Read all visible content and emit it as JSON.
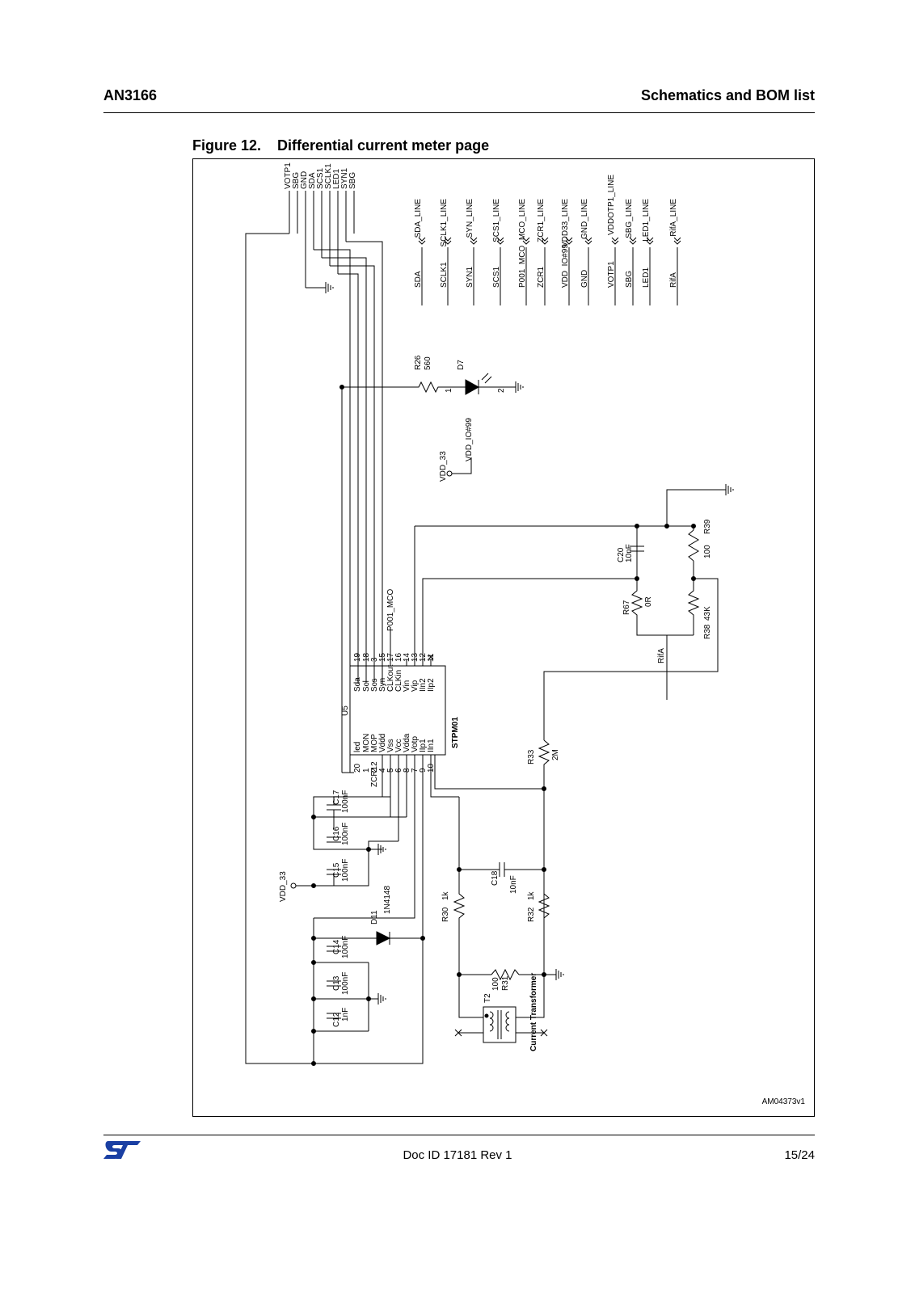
{
  "header": {
    "doc_code": "AN3166",
    "section": "Schematics and BOM list"
  },
  "figure": {
    "title": "Figure 12.    Differential current meter page",
    "id": "AM04373v1"
  },
  "connector": {
    "pins": [
      "VOTP1",
      "SBG",
      "GND",
      "SDA",
      "SCS1",
      "SCLK1",
      "LED1",
      "SYN1",
      "SBG"
    ]
  },
  "net_labels": [
    {
      "net": "SDA",
      "line": "SDA_LINE"
    },
    {
      "net": "SCLK1",
      "line": "SCLK1_LINE"
    },
    {
      "net": "SYN1",
      "line": "SYN_LINE"
    },
    {
      "net": "SCS1",
      "line": "SCS1_LINE"
    },
    {
      "net": "P001_MCO",
      "line": "MCO_LINE"
    },
    {
      "net": "ZCR1",
      "line": "ZCR1_LINE"
    },
    {
      "net": "VDD_IO#99",
      "line": "VDD33_LINE"
    },
    {
      "net": "GND",
      "line": "GND_LINE"
    },
    {
      "net": "VOTP1",
      "line": "VDDOTP1_LINE"
    },
    {
      "net": "SBG",
      "line": "SBG_LINE"
    },
    {
      "net": "LED1",
      "line": "LED1_LINE"
    },
    {
      "net": "RifA",
      "line": "RifA_LINE"
    }
  ],
  "r26": {
    "ref": "R26",
    "value": "560"
  },
  "d7": {
    "ref": "D7",
    "pin1": "1",
    "pin2": "2"
  },
  "vdd_link": {
    "left": "VDD_33",
    "right": "VDD_IO#99"
  },
  "u5": {
    "ref": "U5",
    "part": "STPM01",
    "top_pins": [
      {
        "num": "19",
        "name": "Sda"
      },
      {
        "num": "18",
        "name": "Scl"
      },
      {
        "num": "3",
        "name": "Scs"
      },
      {
        "num": "15",
        "name": "Syn"
      },
      {
        "num": "17",
        "name": "CLKout"
      },
      {
        "num": "16",
        "name": "CLKin"
      },
      {
        "num": "14",
        "name": "Vin"
      },
      {
        "num": "13",
        "name": "Vip"
      },
      {
        "num": "12",
        "name": "IIn2"
      },
      {
        "num": "11",
        "name": "IIp2"
      }
    ],
    "bottom_pins": [
      {
        "num": "20",
        "name": "led"
      },
      {
        "num": "1",
        "name": "MON"
      },
      {
        "num": "2",
        "name": "MOP"
      },
      {
        "num": "4",
        "name": "Vddd"
      },
      {
        "num": "5",
        "name": "Vss"
      },
      {
        "num": "6",
        "name": "Vcc"
      },
      {
        "num": "8",
        "name": "Vdda"
      },
      {
        "num": "7",
        "name": "Votp"
      },
      {
        "num": "9",
        "name": "IIp1"
      },
      {
        "num": "10",
        "name": "IIn1"
      }
    ]
  },
  "nets": {
    "mco": "P001_MCO",
    "zcr": "ZCR12",
    "rifa": "RifA",
    "vdd33": "VDD_33"
  },
  "c20": {
    "ref": "C20",
    "value": "10nF"
  },
  "r39": {
    "ref": "R39",
    "value": "100"
  },
  "r67": {
    "ref": "R67",
    "value": "0R"
  },
  "r38": {
    "ref": "R38",
    "value": "43K"
  },
  "r33": {
    "ref": "R33",
    "value": "2M"
  },
  "c17": {
    "ref": "C17",
    "value": "100nF"
  },
  "c16": {
    "ref": "C16",
    "value": "100nF"
  },
  "c15": {
    "ref": "C15",
    "value": "100nF"
  },
  "d11": {
    "ref": "D11",
    "value": "1N4148"
  },
  "c14": {
    "ref": "C14",
    "value": "100nF"
  },
  "c13": {
    "ref": "C13",
    "value": "100nF"
  },
  "c12": {
    "ref": "C12",
    "value": "1nF"
  },
  "c18": {
    "ref": "C18",
    "value": "10nF"
  },
  "r30": {
    "ref": "R30",
    "value": "1k"
  },
  "r32": {
    "ref": "R32",
    "value": "1k"
  },
  "r31": {
    "ref": "R31",
    "value": "100"
  },
  "t2": {
    "ref": "T2",
    "value": "Current Transformer"
  },
  "footer": {
    "doc_id": "Doc ID 17181 Rev 1",
    "page": "15/24"
  },
  "colors": {
    "logo": "#1a3fa3",
    "ink": "#000000"
  }
}
